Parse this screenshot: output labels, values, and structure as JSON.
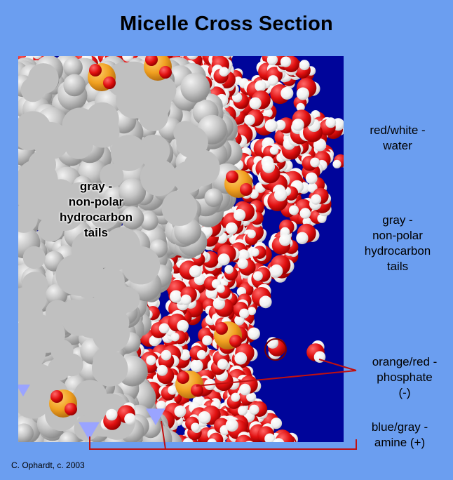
{
  "title": "Micelle Cross Section",
  "labels": {
    "water": [
      "red/white -",
      "water"
    ],
    "tails_right": [
      "gray -",
      "non-polar",
      "hydrocarbon",
      "tails"
    ],
    "tails_inner": [
      "gray -",
      "non-polar",
      "hydrocarbon",
      "tails"
    ],
    "phosphate": [
      "orange/red -",
      "phosphate",
      "(-)"
    ],
    "amine": [
      "blue/gray -",
      "amine (+)"
    ]
  },
  "credit": "C. Ophardt, c. 2003",
  "colors": {
    "frame": "#6b9ef0",
    "background": "#00059a",
    "tail": "#bdbdbd",
    "water_red": "#e01010",
    "water_white": "#ffffff",
    "phosphate": "#f0a020",
    "amine": "#9aa4ff",
    "pointer": "#c01010"
  }
}
